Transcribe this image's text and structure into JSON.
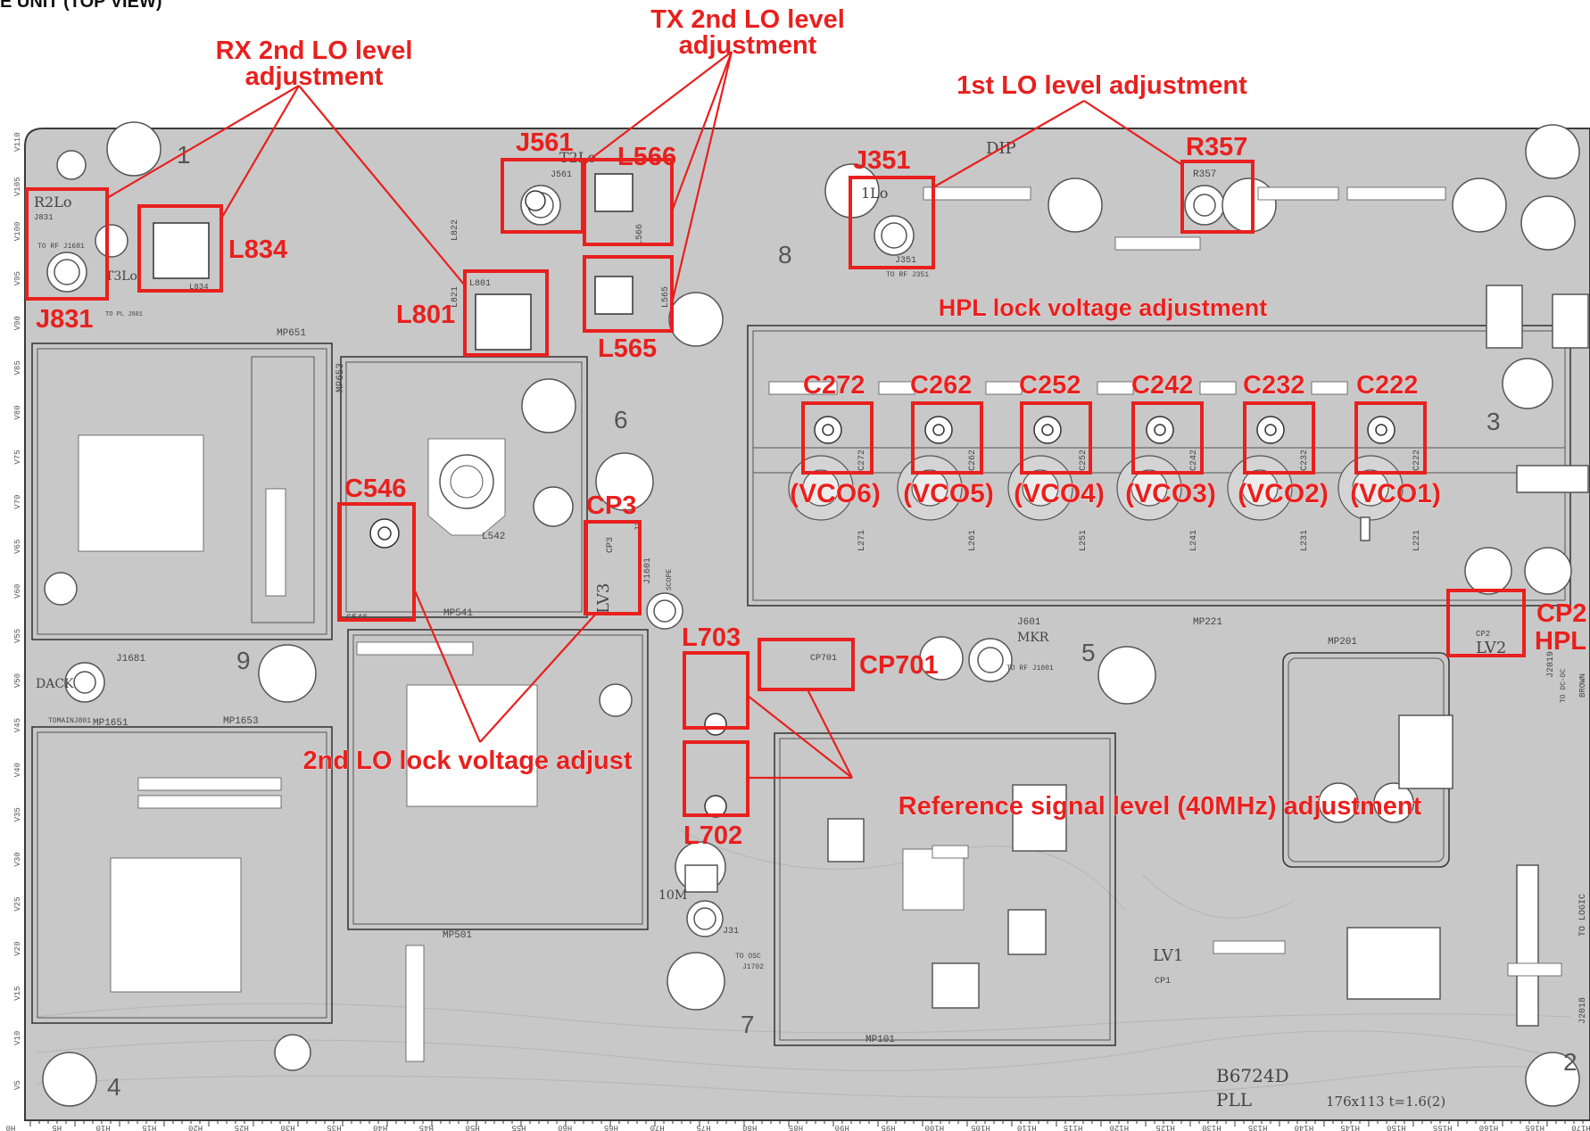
{
  "header": {
    "title_fragment": "E UNIT (TOP VIEW)"
  },
  "callouts": {
    "rx_2nd_lo_line1": "RX 2nd LO level",
    "rx_2nd_lo_line2": "adjustment",
    "tx_2nd_lo_line1": "TX 2nd LO level",
    "tx_2nd_lo_line2": "adjustment",
    "first_lo": "1st LO level adjustment",
    "hpl_lock": "HPL lock voltage adjustment",
    "second_lo_lock": "2nd LO lock voltage adjust",
    "reference_signal": "Reference signal level (40MHz) adjustment"
  },
  "part_labels": {
    "j831": "J831",
    "l834": "L834",
    "l801": "L801",
    "j561": "J561",
    "l566": "L566",
    "l565": "L565",
    "j351": "J351",
    "r357": "R357",
    "c546": "C546",
    "cp3": "CP3",
    "l703": "L703",
    "cp701": "CP701",
    "l702": "L702",
    "cp2": "CP2",
    "hpl": "HPL",
    "c272": "C272",
    "c262": "C262",
    "c252": "C252",
    "c242": "C242",
    "c232": "C232",
    "c222": "C222"
  },
  "vco_labels": [
    "(VCO6)",
    "(VCO5)",
    "(VCO4)",
    "(VCO3)",
    "(VCO2)",
    "(VCO1)"
  ],
  "silkscreen": {
    "r2lo": "R2Lo",
    "j831": "J831",
    "to_rf": "TO RF J1681",
    "t3lo": "T3Lo",
    "to_pl": "TO PL J501",
    "l834": "L834",
    "mp651": "MP651",
    "mp653": "MP653",
    "dip": "DIP",
    "one_lo": "1Lo",
    "j351": "J351",
    "to_rf_j351": "TO RF J351",
    "r357": "R357",
    "t2lo": "T2Lo",
    "j561": "J561",
    "l822": "L822",
    "l801": "L801",
    "l821": "L821",
    "l542": "L542",
    "mp541": "MP541",
    "c546": "C546",
    "cp3": "CP3",
    "lv3": "LV3",
    "j1601": "J1601",
    "scope": "SCOPE",
    "j3": "J3",
    "j1681": "J1681",
    "dack": "DACK",
    "tomainj": "TOMAINJ801",
    "mp1651": "MP1651",
    "mp1653": "MP1653",
    "mp501": "MP501",
    "cp701": "CP701",
    "j601": "J601",
    "mkr": "MKR",
    "mp221": "MP221",
    "to_rf_j1001": "TO RF J1001",
    "mp201": "MP201",
    "cp2": "CP2",
    "lv2": "LV2",
    "j2019": "J2019",
    "to_dc": "TO DC-DC",
    "brown": "BROWN",
    "tenm": "10M",
    "j31": "J31",
    "to_osc": "TO OSC",
    "j1702": "J1702",
    "mp101": "MP101",
    "lv1": "LV1",
    "cp1": "CP1",
    "board": "B6724D",
    "pll": "PLL",
    "dims": "176x113 t=1.6(2)",
    "to_logic": "TO LOGIC",
    "j2018": "J2018",
    "l271": "L271",
    "l261": "L261",
    "l251": "L251",
    "l241": "L241",
    "l231": "L231",
    "l221": "L221",
    "c272": "C272",
    "c262": "C262",
    "c252": "C252",
    "c242": "C242",
    "c232": "C232",
    "c222": "C222",
    "l565": "L565",
    "l566": "L566"
  },
  "hole_numbers": [
    "1",
    "2",
    "3",
    "4",
    "5",
    "6",
    "7",
    "8",
    "9"
  ],
  "axis": {
    "left": [
      "V110",
      "V105",
      "V100",
      "V95",
      "V90",
      "V85",
      "V80",
      "V75",
      "V70",
      "V65",
      "V60",
      "V55",
      "V50",
      "V45",
      "V40",
      "V35",
      "V30",
      "V25",
      "V20",
      "V15",
      "V10",
      "V5"
    ],
    "bottom": [
      "H0",
      "H5",
      "H10",
      "H15",
      "H20",
      "H25",
      "H30",
      "H35",
      "H40",
      "H45",
      "H50",
      "H55",
      "H60",
      "H65",
      "H70",
      "H75",
      "H80",
      "H85",
      "H90",
      "H95",
      "H100",
      "H105",
      "H110",
      "H115",
      "H120",
      "H125",
      "H130",
      "H135",
      "H140",
      "H145",
      "H150",
      "H155",
      "H160",
      "H165",
      "H170"
    ]
  },
  "colors": {
    "callout": "#e8201e",
    "board": "#c8c8c8",
    "line": "#3a3a3a"
  }
}
